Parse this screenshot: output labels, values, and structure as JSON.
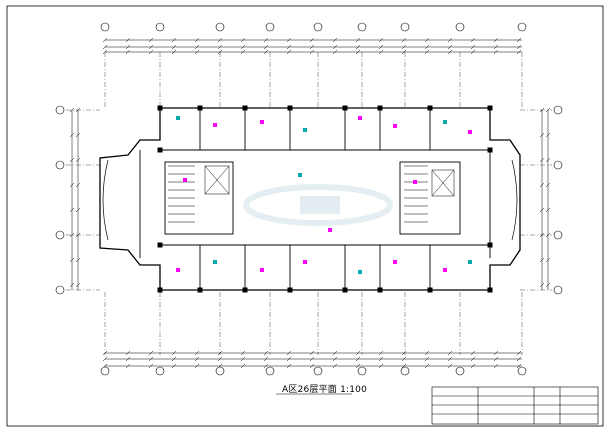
{
  "drawing": {
    "title": "A区26层平面 1:100",
    "column_axis_count": 9,
    "row_axis_count": 4,
    "line_color": "#000000",
    "equipment_color": "#ff00ff",
    "accent_color": "#00aaaa",
    "watermark_color": "#cfe0e6"
  }
}
